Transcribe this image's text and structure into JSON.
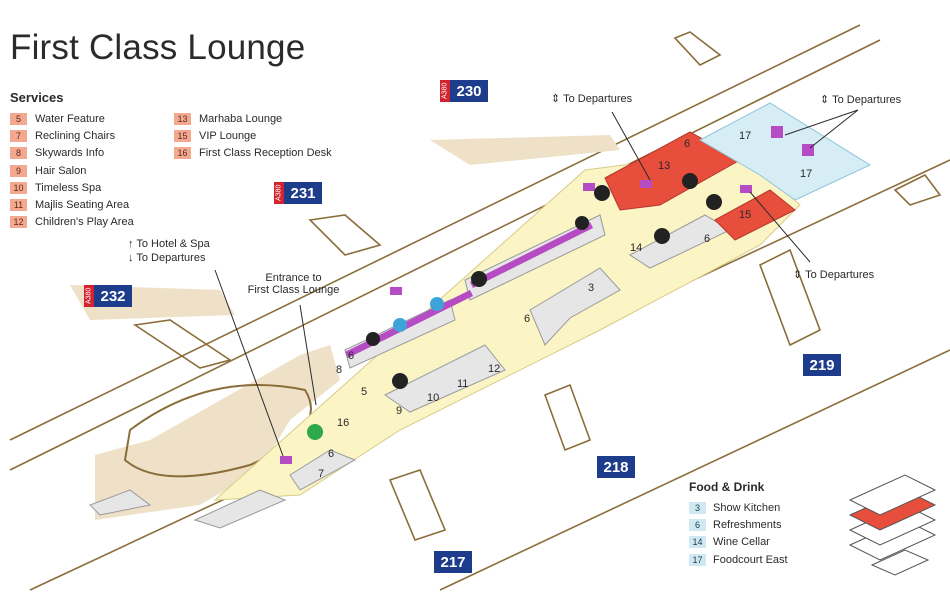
{
  "title": "First Class Lounge",
  "services": {
    "heading": "Services",
    "items": [
      {
        "num": "5",
        "label": "Water Feature"
      },
      {
        "num": "7",
        "label": "Reclining Chairs"
      },
      {
        "num": "8",
        "label": "Skywards Info"
      },
      {
        "num": "9",
        "label": "Hair Salon"
      },
      {
        "num": "10",
        "label": "Timeless Spa"
      },
      {
        "num": "11",
        "label": "Majlis Seating Area"
      },
      {
        "num": "12",
        "label": "Children's Play Area"
      },
      {
        "num": "13",
        "label": "Marhaba Lounge"
      },
      {
        "num": "15",
        "label": "VIP Lounge"
      },
      {
        "num": "16",
        "label": "First Class Reception Desk"
      }
    ]
  },
  "food_drink": {
    "heading": "Food & Drink",
    "items": [
      {
        "num": "3",
        "label": "Show Kitchen"
      },
      {
        "num": "6",
        "label": "Refreshments"
      },
      {
        "num": "14",
        "label": "Wine Cellar"
      },
      {
        "num": "17",
        "label": "Foodcourt East"
      }
    ]
  },
  "gates": [
    {
      "num": "230",
      "a380": "A380"
    },
    {
      "num": "231",
      "a380": "A380"
    },
    {
      "num": "232",
      "a380": "A380"
    },
    {
      "num": "219"
    },
    {
      "num": "218"
    },
    {
      "num": "217"
    }
  ],
  "callouts": {
    "to_departures": "To Departures",
    "to_hotel_spa": "To Hotel & Spa",
    "entrance_line1": "Entrance to",
    "entrance_line2": "First Class Lounge"
  },
  "zone_numbers": [
    "13",
    "6",
    "17",
    "17",
    "15",
    "6",
    "14",
    "3",
    "6",
    "6",
    "8",
    "5",
    "9",
    "10",
    "11",
    "12",
    "16",
    "6",
    "7"
  ],
  "colors": {
    "concourse": "#fbf4c4",
    "apron": "#efe1c8",
    "outline": "#8b6d3a",
    "lounge_red": "#e84e3c",
    "foodcourt_blue": "#d6edf6",
    "gate_blue": "#1e3c8c",
    "a380_red": "#d3232e",
    "lift_purple": "#b54cc4"
  }
}
